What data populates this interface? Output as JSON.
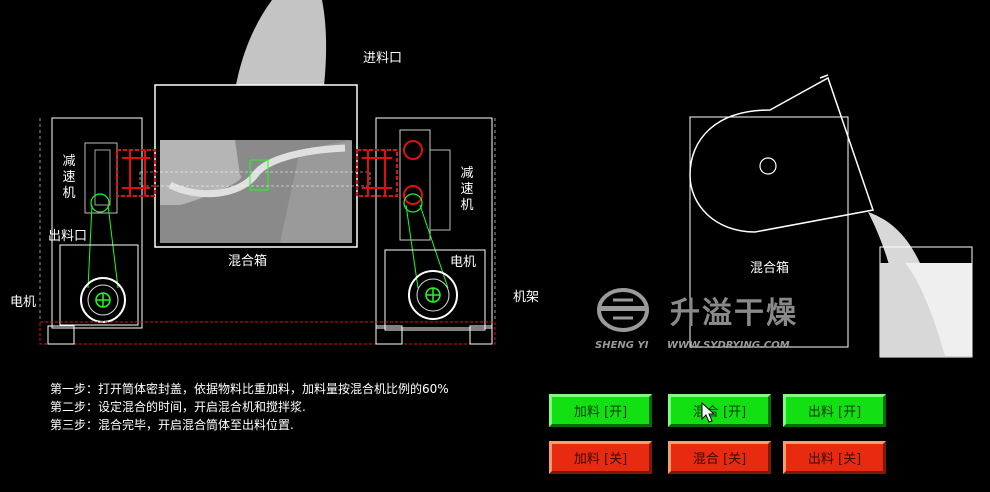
{
  "diagram": {
    "labels": {
      "inlet": "进料口",
      "outlet": "出料口",
      "mixing_box_left": "混合箱",
      "mixing_box_right": "混合箱",
      "reducer_left": "减速机",
      "reducer_right": "减速机",
      "motor_left": "电机",
      "motor_right": "电机",
      "frame": "机架"
    }
  },
  "steps": [
    "第一步：打开筒体密封盖，依据物料比重加料，加料量按混合机比例的60%",
    "第二步：设定混合的时间，开启混合机和搅拌浆.",
    "第三步：混合完毕，开启混合筒体至出料位置."
  ],
  "buttons": {
    "feed_on": "加料 [开]",
    "mix_on": "混合 [开]",
    "discharge_on": "出料 [开]",
    "feed_off": "加料 [关]",
    "mix_off": "混合 [关]",
    "discharge_off": "出料 [关]"
  },
  "logo": {
    "name_cn": "升溢干燥",
    "name_en": "SHENG YI",
    "url": "WWW.SYDRYING.COM"
  },
  "colors": {
    "on_button": "#12e012",
    "off_button": "#e82a10",
    "flange_red": "#e01010",
    "background": "#000000"
  }
}
